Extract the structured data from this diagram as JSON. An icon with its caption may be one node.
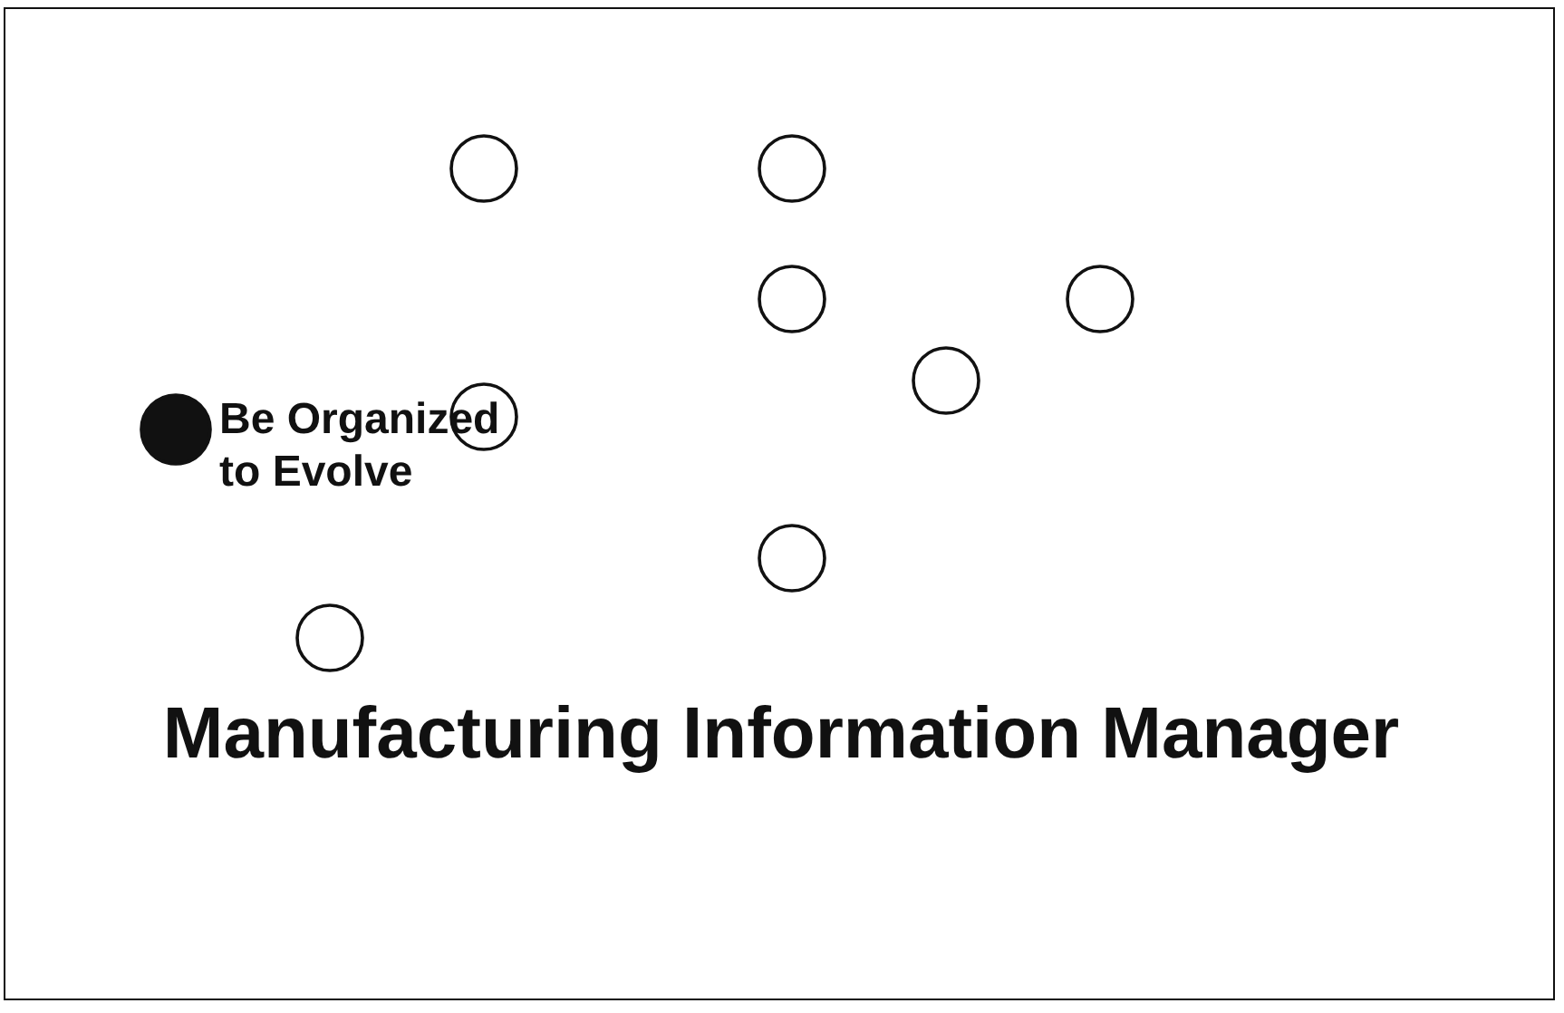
{
  "diagram": {
    "title": "Manufacturing Information Manager",
    "nodes": [
      {
        "text": [],
        "shape": "circle"
      },
      {
        "text": [],
        "shape": "circle"
      },
      {
        "text": [],
        "shape": "circle"
      },
      {
        "text": [],
        "shape": "circle"
      },
      {
        "text": [],
        "shape": "circle"
      },
      {
        "text": [],
        "shape": "circle"
      },
      {
        "text": [],
        "shape": "dot",
        "beside": [
          "Be Organized to Evolve"
        ]
      },
      {
        "text": [],
        "shape": "circle"
      },
      {
        "text": [],
        "shape": "circle"
      }
    ]
  }
}
